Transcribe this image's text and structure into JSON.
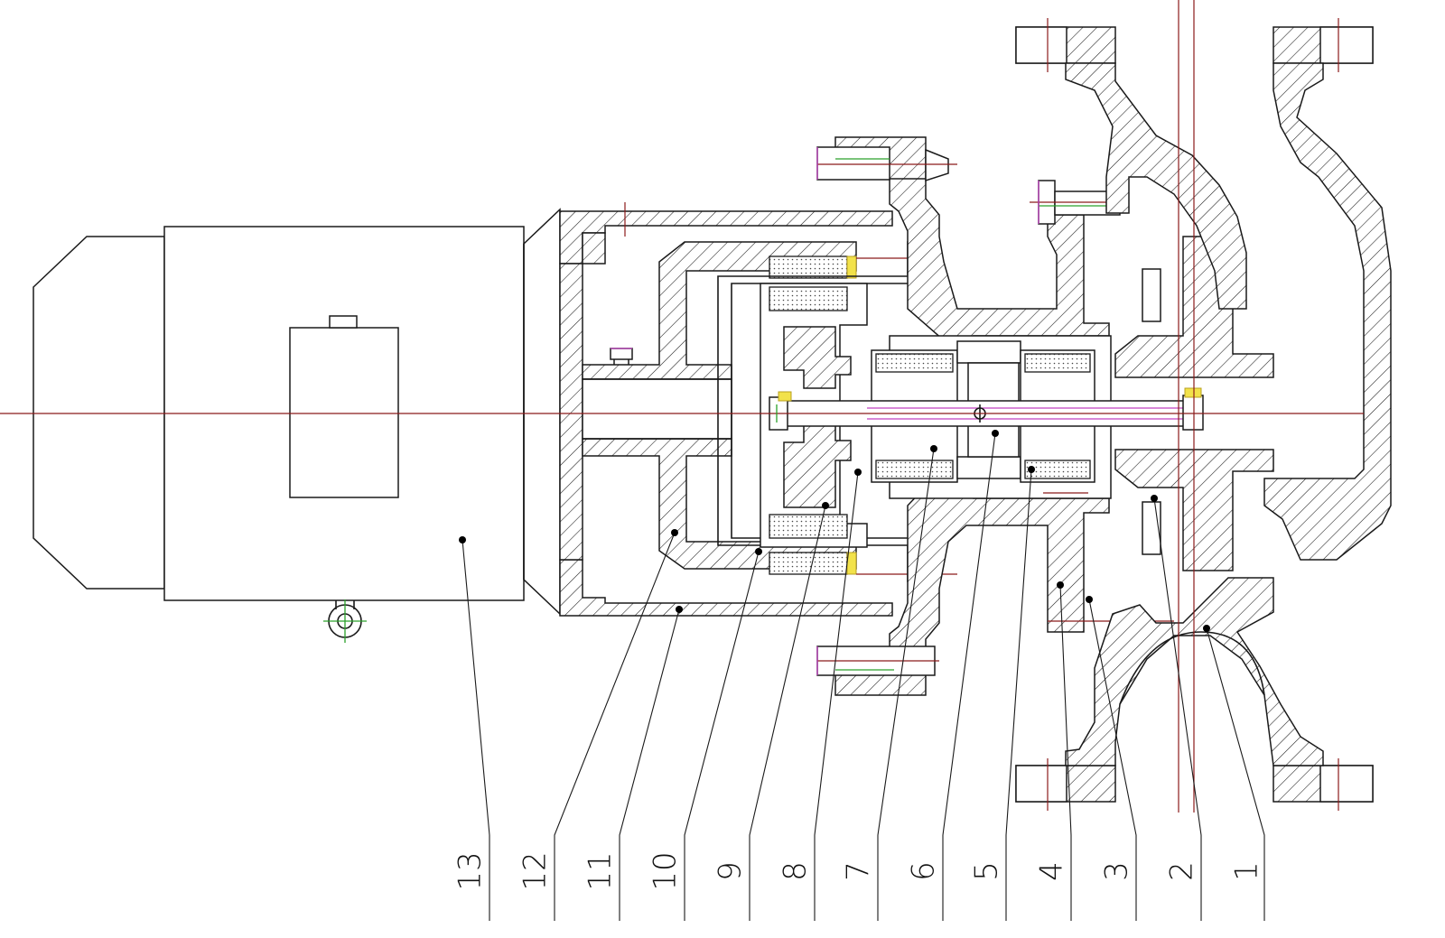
{
  "parts": [
    {
      "number": "1",
      "dot": [
        1336,
        696
      ],
      "bottom": [
        1400,
        1020
      ],
      "text": [
        1382,
        965
      ]
    },
    {
      "number": "2",
      "dot": [
        1278,
        552
      ],
      "bottom": [
        1330,
        1020
      ],
      "text": [
        1310,
        965
      ]
    },
    {
      "number": "3",
      "dot": [
        1206,
        664
      ],
      "bottom": [
        1258,
        1020
      ],
      "text": [
        1238,
        965
      ]
    },
    {
      "number": "4",
      "dot": [
        1174,
        648
      ],
      "bottom": [
        1186,
        1020
      ],
      "text": [
        1166,
        965
      ]
    },
    {
      "number": "5",
      "dot": [
        1142,
        520
      ],
      "bottom": [
        1114,
        1020
      ],
      "text": [
        1094,
        965
      ]
    },
    {
      "number": "6",
      "dot": [
        1102,
        480
      ],
      "bottom": [
        1044,
        1020
      ],
      "text": [
        1024,
        965
      ]
    },
    {
      "number": "7",
      "dot": [
        1034,
        497
      ],
      "bottom": [
        972,
        1020
      ],
      "text": [
        952,
        965
      ]
    },
    {
      "number": "8",
      "dot": [
        950,
        523
      ],
      "bottom": [
        902,
        1020
      ],
      "text": [
        882,
        965
      ]
    },
    {
      "number": "9",
      "dot": [
        914,
        560
      ],
      "bottom": [
        830,
        1020
      ],
      "text": [
        810,
        965
      ]
    },
    {
      "number": "10",
      "dot": [
        840,
        611
      ],
      "bottom": [
        758,
        1020
      ],
      "text": [
        738,
        965
      ]
    },
    {
      "number": "11",
      "dot": [
        752,
        675
      ],
      "bottom": [
        686,
        1020
      ],
      "text": [
        666,
        965
      ]
    },
    {
      "number": "12",
      "dot": [
        747,
        590
      ],
      "bottom": [
        614,
        1020
      ],
      "text": [
        594,
        965
      ]
    },
    {
      "number": "13",
      "dot": [
        512,
        598
      ],
      "bottom": [
        542,
        1020
      ],
      "text": [
        522,
        965
      ]
    }
  ]
}
